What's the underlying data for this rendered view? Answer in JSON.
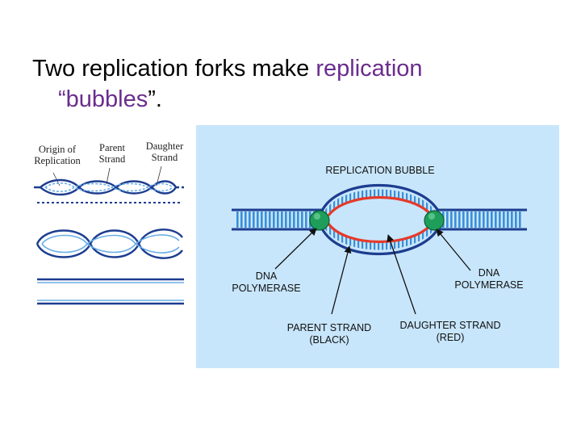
{
  "slide": {
    "title_part1": "Two replication forks make ",
    "title_accent": "replication",
    "title_line2_accent": "“bubbles",
    "title_line2_rest": "”."
  },
  "left_figure": {
    "label_origin": [
      "Origin of",
      "Replication"
    ],
    "label_parent": [
      "Parent",
      "Strand"
    ],
    "label_daughter": [
      "Daughter",
      "Strand"
    ]
  },
  "right_figure": {
    "bubble_label": "REPLICATION BUBBLE",
    "dna_polymerase_left": [
      "DNA",
      "POLYMERASE"
    ],
    "dna_polymerase_right": [
      "DNA",
      "POLYMERASE"
    ],
    "parent_strand": [
      "PARENT STRAND",
      "(BLACK)"
    ],
    "daughter_strand": [
      "DAUGHTER STRAND",
      "(RED)"
    ]
  },
  "colors": {
    "accent": "#6a2c8e",
    "panel_bg": "#c8e6fb",
    "strand_blue": "#1c3d8f",
    "rung_blue": "#3a8fd8",
    "daughter_red": "#e53a2a",
    "polymerase_green": "#1e9e5a"
  }
}
